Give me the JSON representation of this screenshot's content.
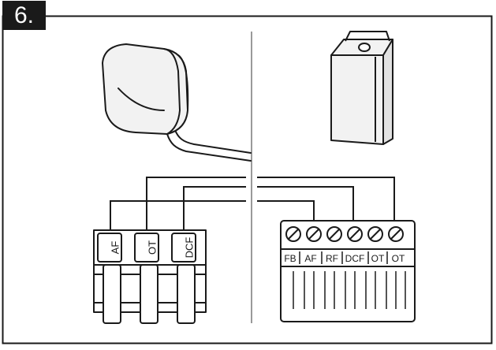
{
  "step": {
    "number": "6."
  },
  "left_terminal": {
    "labels": [
      "AF",
      "OT",
      "DCF"
    ]
  },
  "right_terminal": {
    "labels": [
      "FB",
      "AF",
      "RF",
      "DCF",
      "OT",
      "OT"
    ]
  },
  "colors": {
    "line": "#1a1a1a",
    "divider": "#9a9a9a",
    "device": "#f2f2f2"
  }
}
